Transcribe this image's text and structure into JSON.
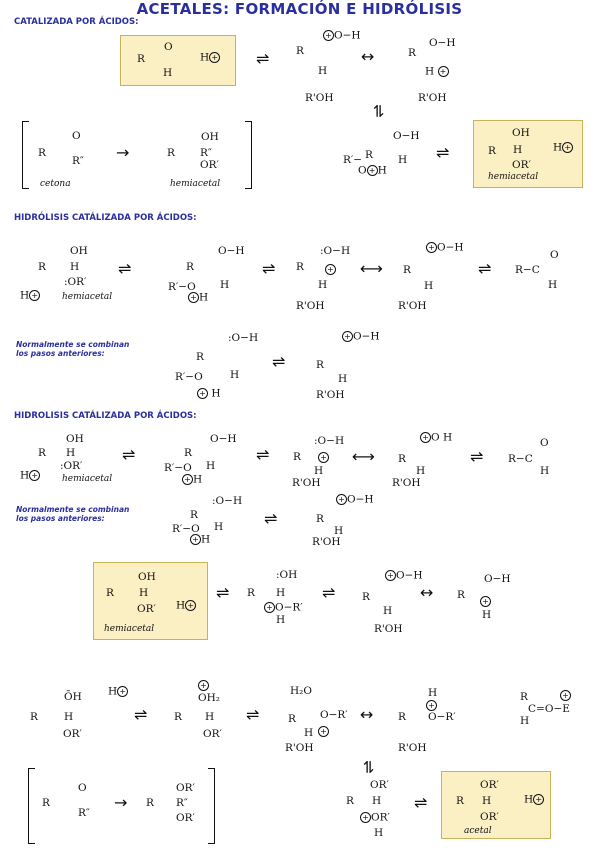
{
  "title": "ACETALES: FORMACIÓN E HIDRÓLISIS",
  "section_top": "CATALIZADA POR ÁCIDOS:",
  "section_hydrolysis": "HIDRÓLISIS CATÁLIZADA POR ÁCIDOS:",
  "section_hydrolysis2": "HIDROLISIS CATÁLIZADA POR ÁCIDOS:",
  "note1": [
    "Normalmente se combinan",
    "los pasos anteriores:"
  ],
  "note2": [
    "Normalmente se combinan",
    "los pasos anteriores:"
  ],
  "labels": {
    "cetona": "cetona",
    "hemiacetal": "hemiacetal",
    "acetal": "acetal",
    "ROH": "R'OH",
    "H2O": "H₂O",
    "Hplus": "H",
    "plus": "+"
  },
  "colors": {
    "title": "#2a2f9e",
    "highlight": "#fbf0c4",
    "border": "#c9b157"
  }
}
